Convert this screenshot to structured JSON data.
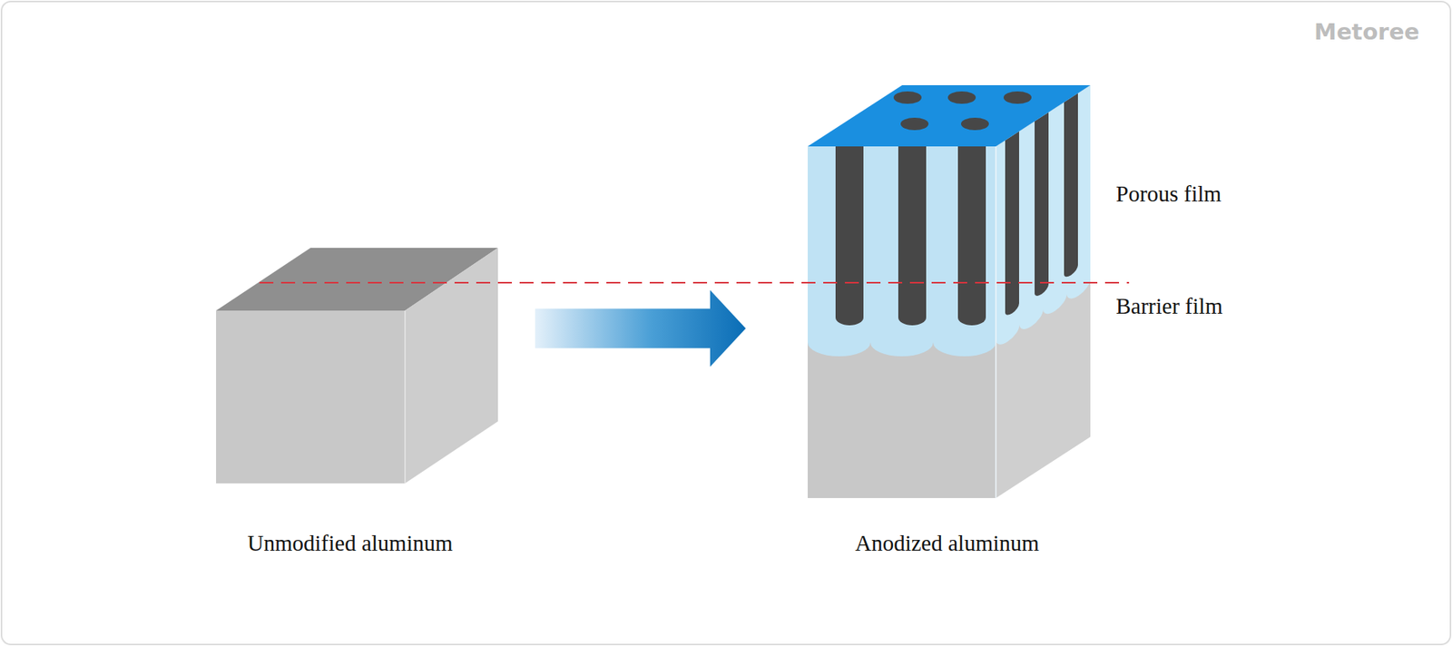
{
  "diagram": {
    "nodes": [
      {
        "text": [
          "Unmodified aluminum"
        ]
      },
      {
        "text": [
          "Anodized aluminum"
        ]
      }
    ],
    "edges": [
      {
        "from": 0,
        "to": 1,
        "arrow": "to"
      }
    ],
    "labels": [
      "Metoree",
      "Porous film",
      "Barrier film"
    ]
  }
}
